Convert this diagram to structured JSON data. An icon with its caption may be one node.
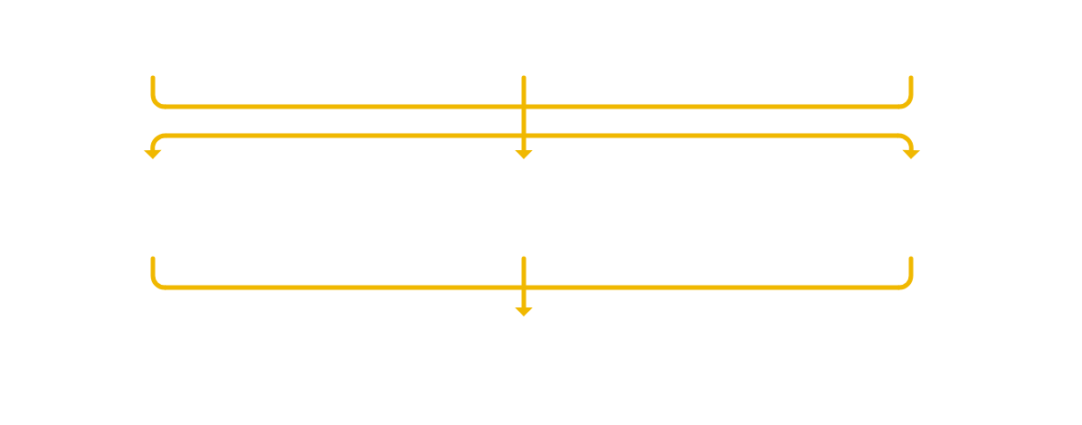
{
  "diagram": {
    "nodes": [
      {
        "text": [],
        "shape": "bar"
      },
      {
        "text": [],
        "shape": "bar"
      },
      {
        "text": [],
        "shape": "bar"
      }
    ],
    "edges": [
      {
        "from": null,
        "to": 0,
        "arrow": "none"
      },
      {
        "from": null,
        "to": 0,
        "arrow": "none"
      },
      {
        "from": null,
        "to": 0,
        "arrow": "none"
      },
      {
        "from": 0,
        "to": 1,
        "arrow": "none"
      },
      {
        "from": 1,
        "to": null,
        "arrow": "to"
      },
      {
        "from": 1,
        "to": null,
        "arrow": "to"
      },
      {
        "from": 1,
        "to": null,
        "arrow": "to"
      },
      {
        "from": null,
        "to": 2,
        "arrow": "none"
      },
      {
        "from": null,
        "to": 2,
        "arrow": "none"
      },
      {
        "from": null,
        "to": 2,
        "arrow": "none"
      },
      {
        "from": 2,
        "to": null,
        "arrow": "to"
      }
    ]
  }
}
